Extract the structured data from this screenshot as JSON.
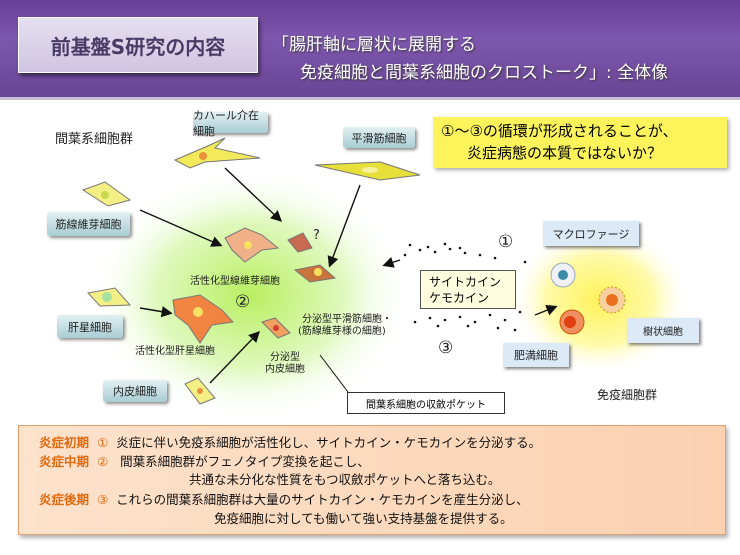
{
  "header": {
    "title": "前基盤S研究の内容",
    "subtitle_line1": "「腸肝軸に層状に展開する",
    "subtitle_line2": "免疫細胞と間葉系細胞のクロストーク」: 全体像"
  },
  "diagram": {
    "mesenchymal_group": "間葉系細胞群",
    "cajal": "カハール介在細胞",
    "smooth_muscle": "平滑筋細胞",
    "myofibroblast": "筋線維芽細胞",
    "stellate": "肝星細胞",
    "endothelial": "内皮細胞",
    "activated_fibroblast": "活性化型線維芽細胞",
    "activated_stellate": "活性化型肝星細胞",
    "secretory_endothelial_1": "分泌型",
    "secretory_endothelial_2": "内皮細胞",
    "secretory_smooth_1": "分泌型平滑筋細胞・",
    "secretory_smooth_2": "(筋線維芽様の細胞)",
    "pocket": "間葉系細胞の収斂ポケット",
    "question": "?",
    "num1": "①",
    "num2": "②",
    "num3": "③",
    "cytokine_1": "サイトカイン",
    "cytokine_2": "ケモカイン",
    "macrophage": "マクロファージ",
    "mast": "肥満細胞",
    "dendritic": "樹状細胞",
    "immune_group": "免疫細胞群",
    "callout_1": "①〜③の循環が形成されることが、",
    "callout_2": "炎症病態の本質ではないか？"
  },
  "summary": [
    {
      "phase": "炎症初期",
      "num": "①",
      "text": "炎症に伴い免疫系細胞が活性化し、サイトカイン・ケモカインを分泌する。"
    },
    {
      "phase": "炎症中期",
      "num": "②",
      "text": "間葉系細胞群がフェノタイプ変換を起こし、",
      "text2": "共通な未分化な性質をもつ収斂ポケットへと落ち込む。"
    },
    {
      "phase": "炎症後期",
      "num": "③",
      "text": "これらの間葉系細胞群は大量のサイトカイン・ケモカインを産生分泌し、",
      "text2": "免疫細胞に対しても働いて強い支持基盤を提供する。"
    }
  ]
}
